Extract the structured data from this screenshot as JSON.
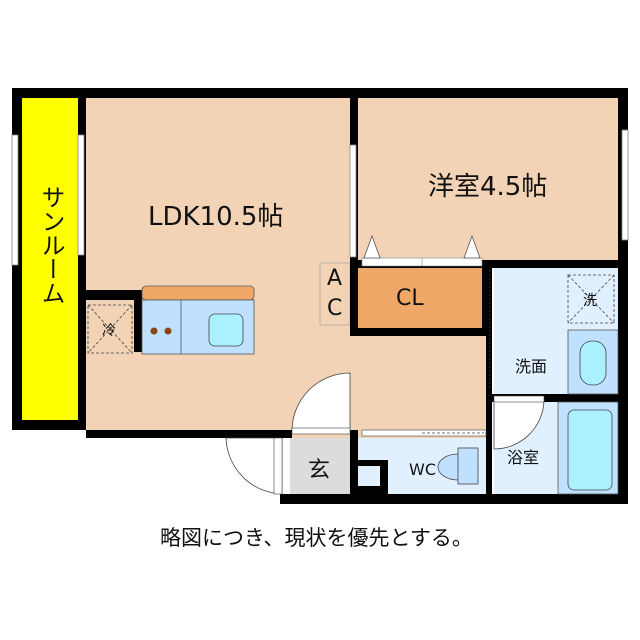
{
  "rooms": {
    "sunroom": {
      "label": "サンルーム",
      "color": "#ffff00"
    },
    "ldk": {
      "label": "LDK10.5帖",
      "color": "#f2d3b6"
    },
    "western_room": {
      "label": "洋室4.5帖",
      "color": "#f2d3b6"
    },
    "closet": {
      "label": "CL",
      "color": "#f0a868"
    },
    "ac": {
      "label_top": "A",
      "label_bottom": "C"
    },
    "fridge": {
      "label": "冷"
    },
    "washroom": {
      "label": "洗面",
      "color": "#e0f0ff"
    },
    "washer": {
      "label": "洗"
    },
    "bathroom": {
      "label": "浴室",
      "color": "#e0f0ff"
    },
    "toilet": {
      "label": "WC",
      "color": "#e0f0ff"
    },
    "entrance": {
      "label": "玄",
      "color": "#dcdcdc"
    }
  },
  "note": "略図につき、現状を優先とする。",
  "colors": {
    "fixture_blue": "#bfe0ff",
    "basin": "#aaf0ff",
    "counter_top": "#f0a868",
    "burner": "#8b4513"
  }
}
